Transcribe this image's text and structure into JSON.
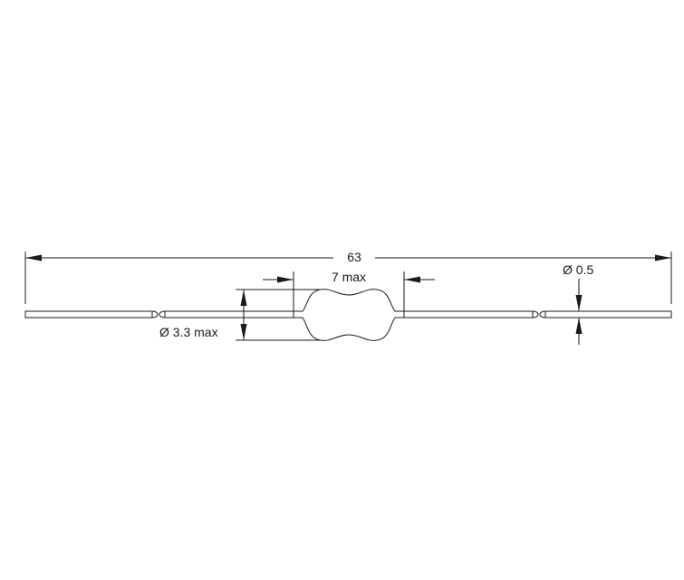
{
  "dimensions": {
    "overall_length": "63",
    "body_length": "7 max",
    "body_diameter": "Ø 3.3 max",
    "lead_diameter": "Ø 0.5"
  }
}
